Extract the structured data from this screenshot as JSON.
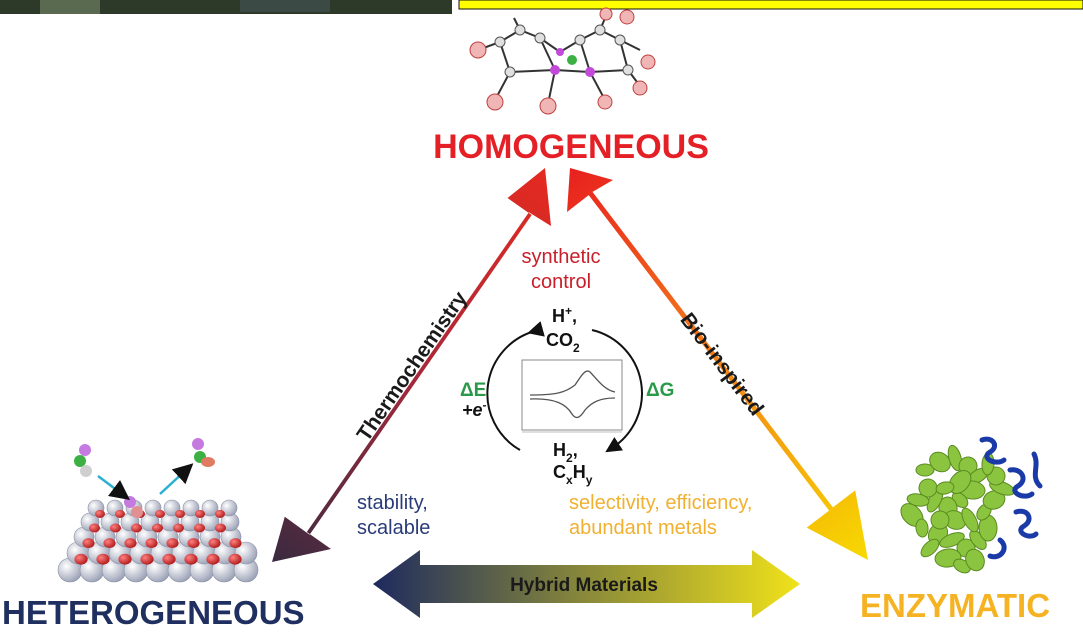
{
  "corners": {
    "homogeneous": "HOMOGENEOUS",
    "heterogeneous": "HETEROGENEOUS",
    "enzymatic": "ENZYMATIC"
  },
  "arrows": {
    "left": "Thermochemistry",
    "right": "Bio-inspired",
    "bottom": "Hybrid Materials"
  },
  "notes": {
    "top_line1": "synthetic",
    "top_line2": "control",
    "left_line1": "stability,",
    "left_line2": "scalable",
    "right_line1": "selectivity, efficiency,",
    "right_line2": "abundant metals"
  },
  "cycle": {
    "reactant_top": "H",
    "reactant_top_sup": "+",
    "reactant_top_comma": ",",
    "co2_base": "CO",
    "co2_sub": "2",
    "product_h": "H",
    "product_h_sub": "2",
    "product_h_comma": ",",
    "product_c": "C",
    "product_c_sub": "x",
    "product_h2": "H",
    "product_h2_sub": "y",
    "delta_e": "ΔE",
    "electron": "+e",
    "electron_sup": "-",
    "delta_g": "ΔG"
  },
  "colors": {
    "homogeneous": "#e41f26",
    "heterogeneous": "#1f3060",
    "enzymatic": "#f5b324",
    "notes_red": "#c8202a",
    "notes_blue": "#2a3b7a",
    "notes_orange": "#f0b030",
    "delta_green": "#2a9a4a",
    "banner_yellow": "#ffff00"
  }
}
